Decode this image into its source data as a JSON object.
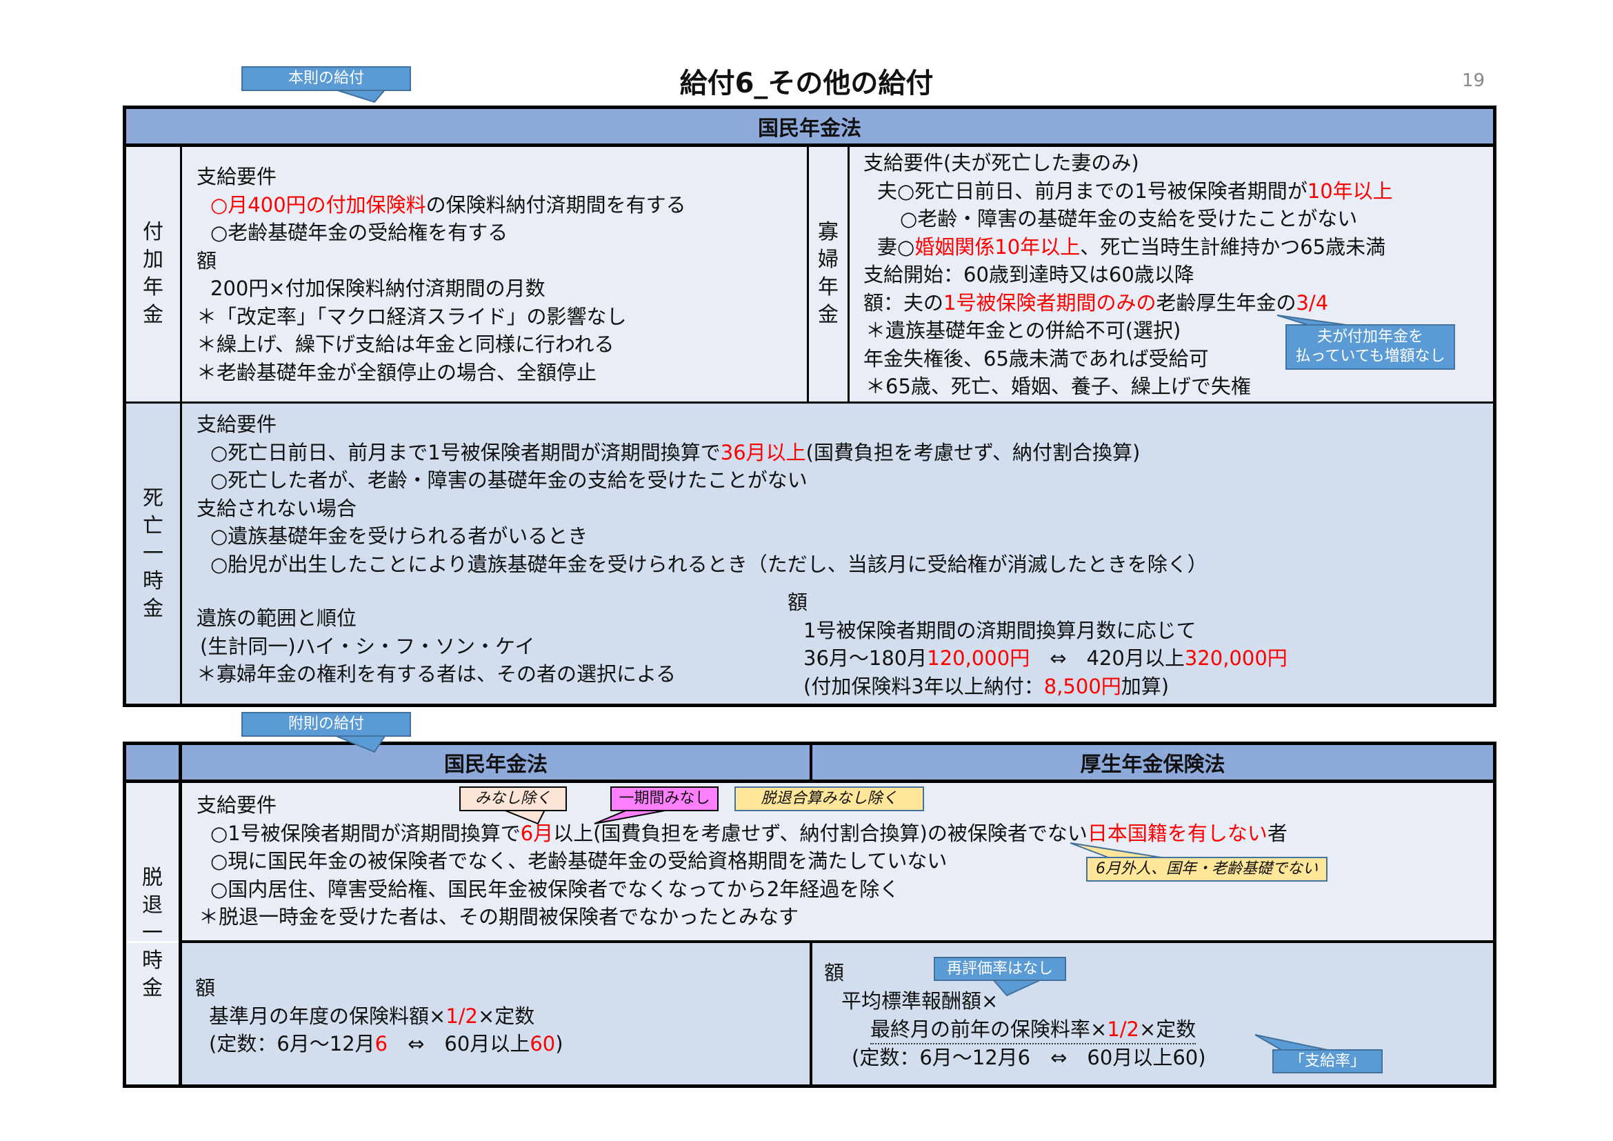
{
  "title": "給付6_その他の給付",
  "page_number": "19",
  "callouts": {
    "honsoku": "本則の給付",
    "fusoku": "附則の給付",
    "fuka_note": [
      "夫が付加年金を",
      "払っていても増額なし"
    ],
    "minashi_nozoku": "みなし除く",
    "ikkikan_minashi": "一期間みなし",
    "dattai_gassan": "脱退合算みなし除く",
    "gaijin": "6月外人、国年・老齢基礎でない",
    "saihyoka": "再評価率はなし",
    "shikyuritsu": "「支給率」"
  },
  "top_table": {
    "header": "国民年金法",
    "fuka": {
      "label": [
        "付",
        "加",
        "年",
        "金"
      ],
      "lines": [
        [
          {
            "t": "支給要件"
          }
        ],
        [
          {
            "t": "○月400円の付加保険料",
            "r": true
          },
          {
            "t": "の保険料納付済期間を有する"
          }
        ],
        [
          {
            "t": "○老齢基礎年金の受給権を有する"
          }
        ],
        [
          {
            "t": "額"
          }
        ],
        [
          {
            "t": "200円×付加保険料納付済期間の月数"
          }
        ],
        [
          {
            "t": "＊「改定率」「マクロ経済スライド」の影響なし"
          }
        ],
        [
          {
            "t": "＊繰上げ、繰下げ支給は年金と同様に行われる"
          }
        ],
        [
          {
            "t": "＊老齢基礎年金が全額停止の場合、全額停止"
          }
        ]
      ]
    },
    "kafu": {
      "label": [
        "寡",
        "婦",
        "年",
        "金"
      ],
      "lines": [
        [
          {
            "t": "支給要件(夫が死亡した妻のみ)"
          }
        ],
        [
          {
            "t": "夫○死亡日前日、前月までの1号被保険者期間が"
          },
          {
            "t": "10年以上",
            "r": true
          }
        ],
        [
          {
            "t": "○老齢・障害の基礎年金の支給を受けたことがない"
          }
        ],
        [
          {
            "t": "妻○"
          },
          {
            "t": "婚姻関係10年以上",
            "r": true
          },
          {
            "t": "、死亡当時生計維持かつ65歳未満"
          }
        ],
        [
          {
            "t": "支給開始：60歳到達時又は60歳以降"
          }
        ],
        [
          {
            "t": "額：夫の"
          },
          {
            "t": "1号被保険者期間のみの",
            "r": true
          },
          {
            "t": "老齢厚生年金の"
          },
          {
            "t": "3/4",
            "r": true
          }
        ],
        [
          {
            "t": "＊遺族基礎年金との併給不可(選択)"
          }
        ],
        [
          {
            "t": "年金失権後、65歳未満であれば受給可"
          }
        ],
        [
          {
            "t": "＊65歳、死亡、婚姻、養子、繰上げで失権"
          }
        ]
      ]
    },
    "shibo": {
      "label": [
        "死",
        "亡",
        "一",
        "時",
        "金"
      ],
      "lines": [
        [
          {
            "t": "支給要件"
          }
        ],
        [
          {
            "t": "○死亡日前日、前月まで1号被保険者期間が済期間換算で"
          },
          {
            "t": "36月以上",
            "r": true
          },
          {
            "t": "(国費負担を考慮せず、納付割合換算)"
          }
        ],
        [
          {
            "t": "○死亡した者が、老齢・障害の基礎年金の支給を受けたことがない"
          }
        ],
        [
          {
            "t": "支給されない場合"
          }
        ],
        [
          {
            "t": "○遺族基礎年金を受けられる者がいるとき"
          }
        ],
        [
          {
            "t": "○胎児が出生したことにより遺族基礎年金を受けられるとき（ただし、当該月に受給権が消滅したときを除く）"
          }
        ],
        [
          {
            "t": "遺族の範囲と順位"
          }
        ],
        [
          {
            "t": "(生計同一)ハイ・シ・フ・ソン・ケイ"
          }
        ],
        [
          {
            "t": "＊寡婦年金の権利を有する者は、その者の選択による"
          }
        ]
      ],
      "amount_lines": [
        [
          {
            "t": "額"
          }
        ],
        [
          {
            "t": "1号被保険者期間の済期間換算月数に応じて"
          }
        ],
        [
          {
            "t": "36月～180月"
          },
          {
            "t": "120,000円",
            "r": true
          },
          {
            "t": "　⇔　420月以上"
          },
          {
            "t": "320,000円",
            "r": true
          }
        ],
        [
          {
            "t": "(付加保険料3年以上納付："
          },
          {
            "t": "8,500円",
            "r": true
          },
          {
            "t": "加算)"
          }
        ]
      ]
    }
  },
  "bottom_table": {
    "header_left": "国民年金法",
    "header_right": "厚生年金保険法",
    "label": [
      "脱",
      "退",
      "一",
      "時",
      "金"
    ],
    "req_lines": [
      [
        {
          "t": "支給要件"
        }
      ],
      [
        {
          "t": "○1号被保険者期間が済期間換算で"
        },
        {
          "t": "6月",
          "r": true
        },
        {
          "t": "以上(国費負担を考慮せず、納付割合換算)の被保険者でない"
        },
        {
          "t": "日本国籍を有しない",
          "r": true
        },
        {
          "t": "者"
        }
      ],
      [
        {
          "t": "○現に国民年金の被保険者でなく、老齢基礎年金の受給資格期間を満たしていない"
        }
      ],
      [
        {
          "t": "○国内居住、障害受給権、国民年金被保険者でなくなってから2年経過を除く"
        }
      ],
      [
        {
          "t": "＊脱退一時金を受けた者は、その期間被保険者でなかったとみなす"
        }
      ]
    ],
    "kokumin_amount": [
      [
        {
          "t": "額"
        }
      ],
      [
        {
          "t": "基準月の年度の保険料額×"
        },
        {
          "t": "1/2",
          "r": true
        },
        {
          "t": "×定数"
        }
      ],
      [
        {
          "t": "(定数：6月～12月"
        },
        {
          "t": "6",
          "r": true
        },
        {
          "t": "　⇔　60月以上"
        },
        {
          "t": "60",
          "r": true
        },
        {
          "t": ")"
        }
      ]
    ],
    "kosei_amount": [
      [
        {
          "t": "額"
        }
      ],
      [
        {
          "t": "平均標準報酬額×"
        }
      ],
      [
        {
          "t": "最終月の前年の保険料率×"
        },
        {
          "t": "1/2",
          "r": true
        },
        {
          "t": "×定数"
        }
      ],
      [
        {
          "t": "(定数：6月～12月6　⇔　60月以上60)"
        }
      ]
    ]
  },
  "colors": {
    "header": "#8eaadb",
    "red": "#ff0000",
    "callout_blue": "#5b9bd5"
  }
}
